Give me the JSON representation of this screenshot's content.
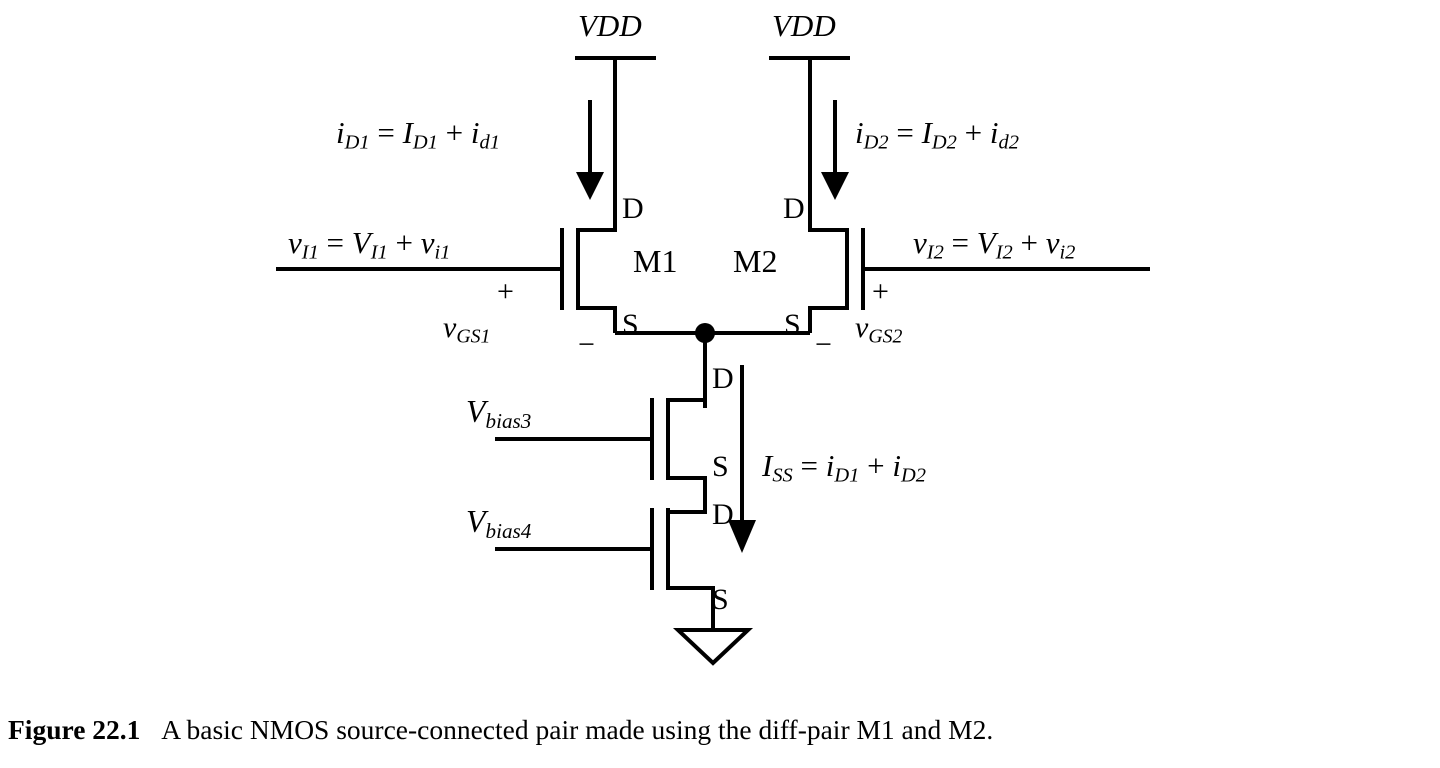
{
  "figure": {
    "caption_label": "Figure 22.1",
    "caption_text": "A basic NMOS source-connected pair made using the diff-pair M1 and M2.",
    "line_color": "#000000",
    "background_color": "#ffffff"
  },
  "supplies": [
    {
      "name": "vdd-left",
      "label": "VDD"
    },
    {
      "name": "vdd-right",
      "label": "VDD"
    }
  ],
  "currents": {
    "left_drain": {
      "var": "i",
      "var_sub": "D1",
      "rhs1": "I",
      "rhs1_sub": "D1",
      "rhs2": "i",
      "rhs2_sub": "d1",
      "op_eq": "=",
      "op_plus": "+"
    },
    "right_drain": {
      "var": "i",
      "var_sub": "D2",
      "rhs1": "I",
      "rhs1_sub": "D2",
      "rhs2": "i",
      "rhs2_sub": "d2",
      "op_eq": "=",
      "op_plus": "+"
    },
    "tail": {
      "var": "I",
      "var_sub": "SS",
      "rhs1": "i",
      "rhs1_sub": "D1",
      "rhs2": "i",
      "rhs2_sub": "D2",
      "op_eq": "=",
      "op_plus": "+"
    }
  },
  "inputs": {
    "left": {
      "var": "v",
      "var_sub": "I1",
      "rhs1": "V",
      "rhs1_sub": "I1",
      "rhs2": "v",
      "rhs2_sub": "i1",
      "op_eq": "=",
      "op_plus": "+"
    },
    "right": {
      "var": "v",
      "var_sub": "I2",
      "rhs1": "V",
      "rhs1_sub": "I2",
      "rhs2": "v",
      "rhs2_sub": "i2",
      "op_eq": "=",
      "op_plus": "+"
    }
  },
  "gate_source_voltages": [
    {
      "name": "vgs1",
      "var": "v",
      "var_sub": "GS1",
      "plus": "+",
      "minus": "−"
    },
    {
      "name": "vgs2",
      "var": "v",
      "var_sub": "GS2",
      "plus": "+",
      "minus": "−"
    }
  ],
  "transistors": [
    {
      "name": "M1",
      "label": "M1",
      "drain_label": "D",
      "source_label": "S"
    },
    {
      "name": "M2",
      "label": "M2",
      "drain_label": "D",
      "source_label": "S"
    },
    {
      "name": "M3",
      "label": "",
      "drain_label": "D",
      "source_label": "S",
      "gate_label_var": "V",
      "gate_label_sub": "bias3"
    },
    {
      "name": "M4",
      "label": "",
      "drain_label": "D",
      "source_label": "S",
      "gate_label_var": "V",
      "gate_label_sub": "bias4"
    }
  ],
  "bias_labels": [
    {
      "name": "vbias3",
      "var": "V",
      "sub": "bias3"
    },
    {
      "name": "vbias4",
      "var": "V",
      "sub": "bias4"
    }
  ],
  "node_labels": {
    "m1_drain": "D",
    "m1_source": "S",
    "m2_drain": "D",
    "m2_source": "S",
    "m3_drain": "D",
    "m3_source": "S",
    "m4_drain": "D",
    "m4_source": "S"
  },
  "ground": {
    "name": "ground-symbol",
    "type": "triangle"
  }
}
